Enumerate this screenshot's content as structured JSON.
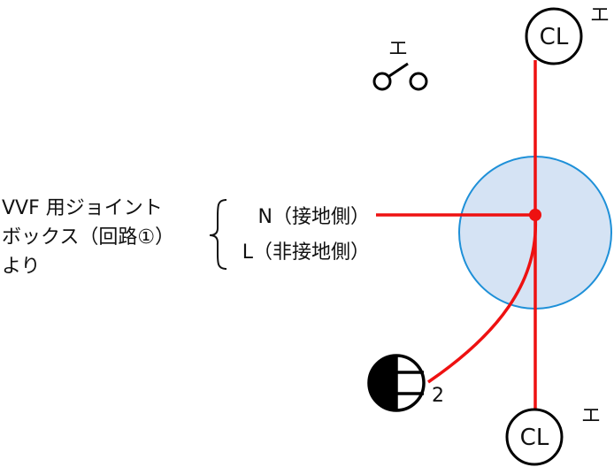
{
  "colors": {
    "wire": "#ee1111",
    "junction_fill": "#d5e3f4",
    "junction_stroke": "#1e90d8",
    "symbol_stroke": "#000000",
    "text": "#111111"
  },
  "icons": {
    "ceiling_light": "circle-with-CL",
    "switch": "single-pole-switch",
    "outlet": "half-filled-circle-receptacle"
  },
  "source_label": {
    "lines": [
      "VVF 用ジョイント",
      "ボックス（回路①）",
      "より"
    ]
  },
  "wires": {
    "neutral": "N（接地側）",
    "live": "L（非接地側）"
  },
  "lights": {
    "top": {
      "symbol": "CL",
      "mark": "エ"
    },
    "bottom": {
      "symbol": "CL",
      "mark": "エ"
    }
  },
  "switch": {
    "mark": "エ"
  },
  "outlet": {
    "count": "2"
  }
}
